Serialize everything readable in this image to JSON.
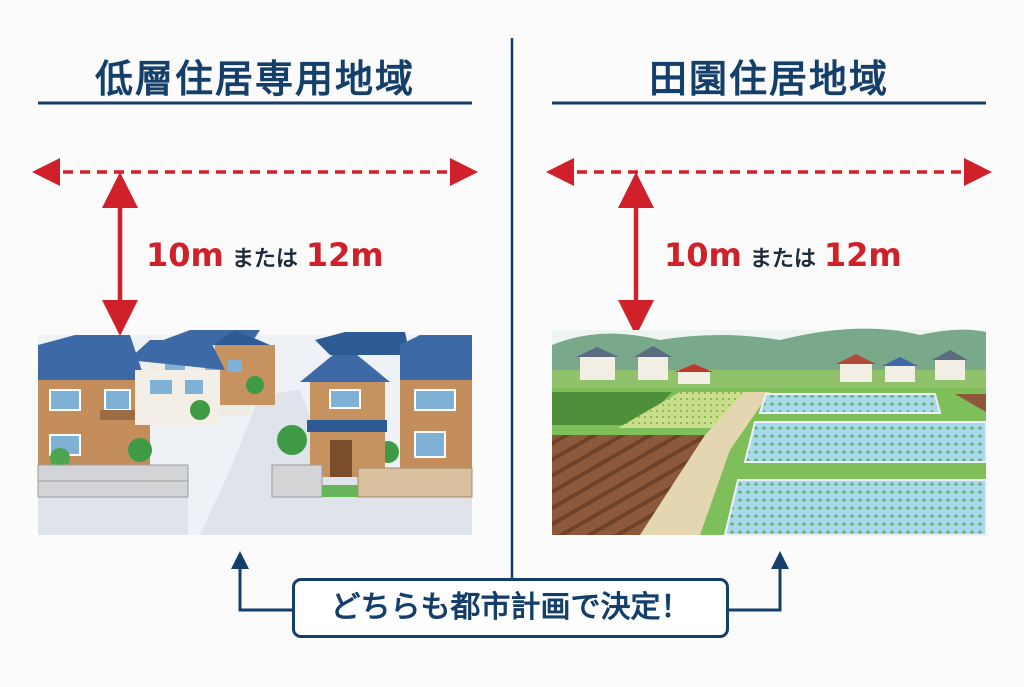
{
  "left_panel": {
    "title": "低層住居専用地域",
    "height_limit": {
      "value1": "10m",
      "connector": "または",
      "value2": "12m"
    },
    "illustration": "residential-houses"
  },
  "right_panel": {
    "title": "田園住居地域",
    "height_limit": {
      "value1": "10m",
      "connector": "または",
      "value2": "12m"
    },
    "illustration": "farmland-rice-paddies"
  },
  "footer_note": "どちらも都市計画で決定！",
  "colors": {
    "navy": "#143f6b",
    "red": "#d0202a",
    "road": "#dfe3ea",
    "paddy": "#9fd3ea",
    "field": "#7aa84a"
  }
}
